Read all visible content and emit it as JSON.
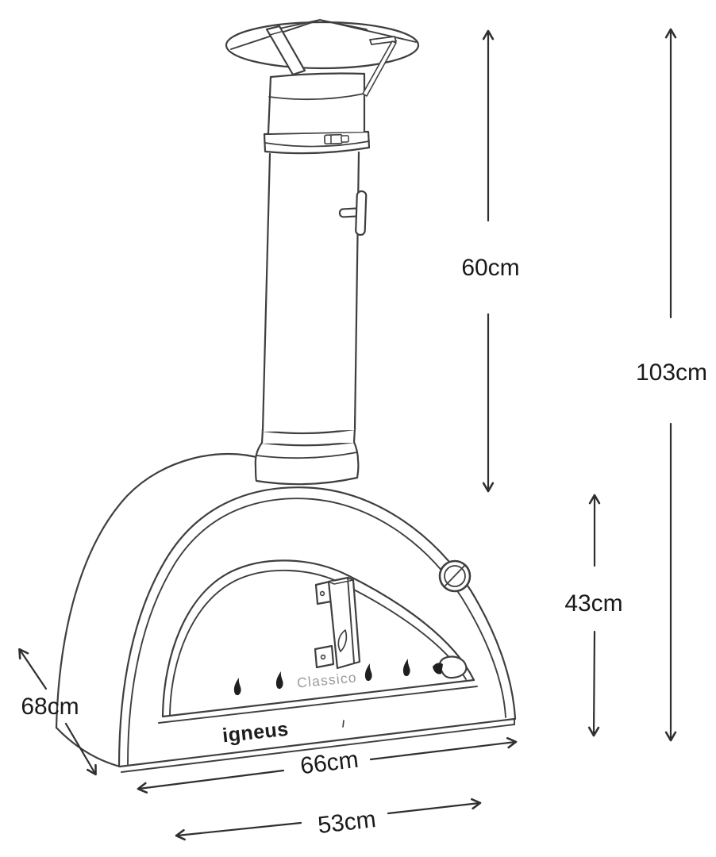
{
  "diagram": {
    "brand": "igneus",
    "model": "Classico",
    "dimensions": {
      "chimney_height": "60cm",
      "total_height": "103cm",
      "body_height": "43cm",
      "depth": "68cm",
      "base_width": "66cm",
      "front_width": "53cm"
    },
    "colors": {
      "line": "#3f3f3f",
      "arrow": "#2f2f2f",
      "label_text": "#1a1a1a",
      "brand_text": "#1c1c1c",
      "model_text": "#9b9b9b",
      "background": "#ffffff"
    }
  }
}
